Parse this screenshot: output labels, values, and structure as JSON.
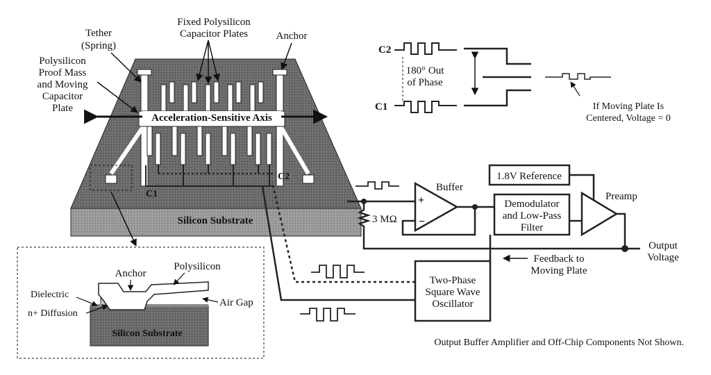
{
  "labels": {
    "tether_1": "Tether",
    "tether_2": "(Spring)",
    "fixed_1": "Fixed Polysilicon",
    "fixed_2": "Capacitor Plates",
    "anchor_top": "Anchor",
    "proof_1": "Polysilicon",
    "proof_2": "Proof Mass",
    "proof_3": "and Moving",
    "proof_4": "Capacitor",
    "proof_5": "Plate",
    "axis": "Acceleration-Sensitive Axis",
    "c1_chip": "C1",
    "c2_chip": "C2",
    "substrate_chip": "Silicon Substrate",
    "c2_wave": "C2",
    "c1_wave": "C1",
    "phase_1": "180° Out",
    "phase_2": "of Phase",
    "centered_1": "If Moving Plate Is",
    "centered_2": "Centered, Voltage = 0",
    "buffer": "Buffer",
    "resistor": "3 MΩ",
    "reference": "1.8V Reference",
    "preamp": "Preamp",
    "demod_1": "Demodulator",
    "demod_2": "and Low-Pass",
    "demod_3": "Filter",
    "output_1": "Output",
    "output_2": "Voltage",
    "feedback_1": "Feedback to",
    "feedback_2": "Moving Plate",
    "osc_1": "Two-Phase",
    "osc_2": "Square Wave",
    "osc_3": "Oscillator",
    "inset_anchor": "Anchor",
    "inset_poly": "Polysilicon",
    "inset_dielectric": "Dielectric",
    "inset_airgap": "Air Gap",
    "inset_ndiff": "n+ Diffusion",
    "inset_substrate": "Silicon Substrate",
    "footnote": "Output Buffer Amplifier and Off-Chip Components Not Shown."
  },
  "colors": {
    "ink": "#111111",
    "chip_top": "#6e6e6e",
    "chip_side": "#8a8a8a",
    "polysilicon": "#ffffff"
  }
}
